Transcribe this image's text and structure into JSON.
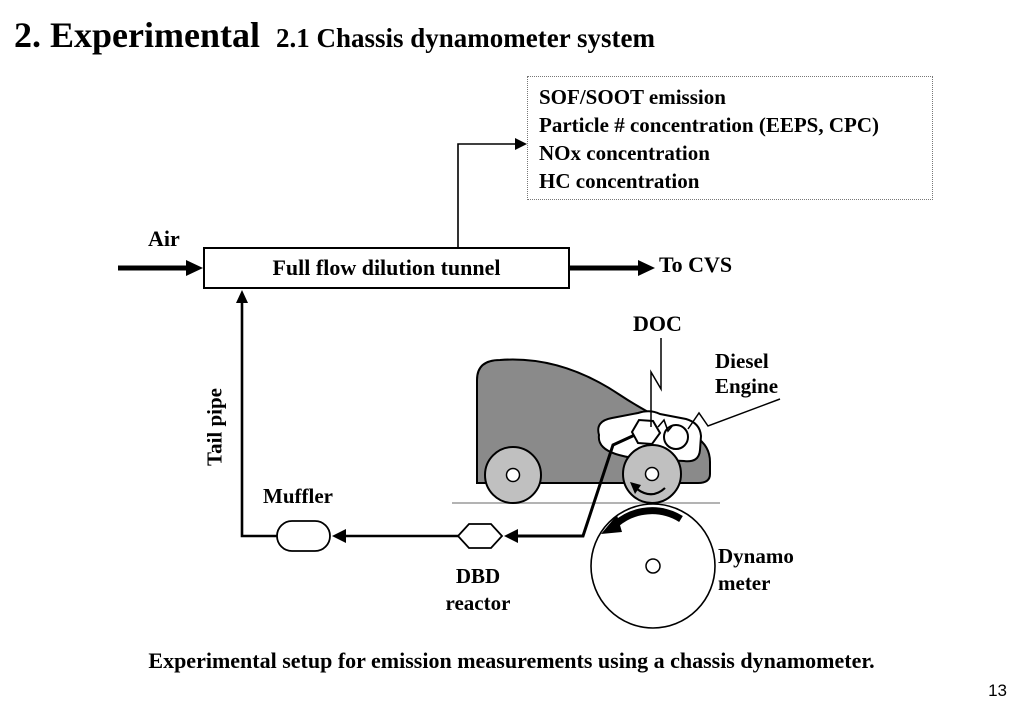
{
  "slide": {
    "title": "2. Experimental",
    "subtitle": "2.1 Chassis dynamometer system",
    "caption": "Experimental setup for emission measurements using a chassis dynamometer.",
    "page_number": "13"
  },
  "measurement_box": {
    "lines": [
      "SOF/SOOT emission",
      "Particle # concentration (EEPS, CPC)",
      "NOx concentration",
      "HC concentration"
    ]
  },
  "diagram": {
    "air_label": "Air",
    "tunnel_label": "Full flow dilution tunnel",
    "to_cvs_label": "To CVS",
    "doc_label": "DOC",
    "diesel_engine_label": "Diesel\nEngine",
    "tail_pipe_label": "Tail pipe",
    "muffler_label": "Muffler",
    "dbd_reactor_label": "DBD\nreactor",
    "dynamometer_label": "Dynamo\nmeter"
  },
  "colors": {
    "background": "#ffffff",
    "line": "#000000",
    "car_body": "#8a8a8a",
    "wheel": "#c0c0c0",
    "ground_line": "#b3b3b3"
  }
}
